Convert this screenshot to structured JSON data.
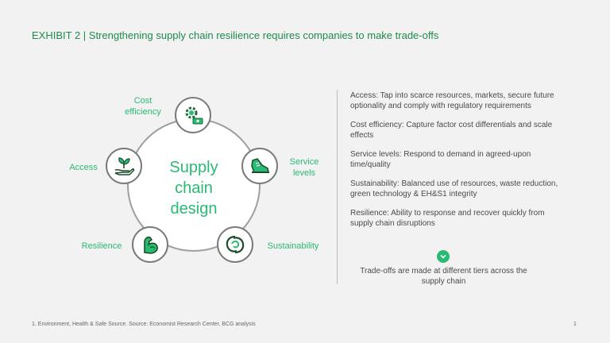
{
  "title": "EXHIBIT 2 | Strengthening supply chain resilience requires companies to make trade-offs",
  "diagram": {
    "center_lines": [
      "Supply",
      "chain",
      "design"
    ],
    "nodes": {
      "cost_efficiency": {
        "label_lines": [
          "Cost",
          "efficiency"
        ],
        "icon": "gear-money-icon"
      },
      "service_levels": {
        "label_lines": [
          "Service",
          "levels"
        ],
        "icon": "sneaker-icon"
      },
      "sustainability": {
        "label": "Sustainability",
        "icon": "recycle-loop-icon"
      },
      "resilience": {
        "label": "Resilience",
        "icon": "flexed-arm-icon"
      },
      "access": {
        "label": "Access",
        "icon": "plant-hand-icon"
      }
    },
    "accent_color": "#29ba74"
  },
  "descriptions": [
    "Access: Tap into scarce resources, markets, secure future optionality and comply with regulatory requirements",
    "Cost efficiency: Capture factor cost differentials and scale effects",
    "Service levels: Respond to demand in agreed-upon time/quality",
    "Sustainability: Balanced use of resources, waste reduction, green technology & EH&S1 integrity",
    "Resilience: Ability to response and recover quickly from supply chain disruptions"
  ],
  "tradeoff_text": "Trade-offs are made at different tiers across the supply chain",
  "footnote": "1. Environment, Health & Safe Source. Source: Economist Research Center, BCG analysis",
  "page_number": "1"
}
